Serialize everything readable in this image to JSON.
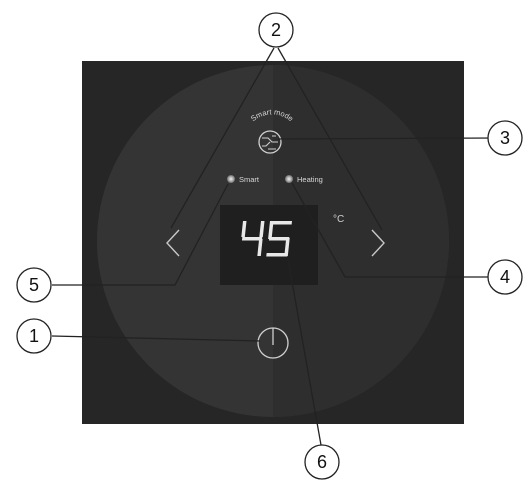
{
  "panel": {
    "mode_caption": "Smart mode",
    "indicators": {
      "smart_label": "Smart",
      "heating_label": "Heating"
    },
    "display": {
      "temperature": "45",
      "unit": "°C"
    },
    "arrows": {
      "left_glyph": "<",
      "right_glyph": ">"
    },
    "icons": {
      "mode_button": "smart-mode-icon",
      "power_button": "power-icon"
    }
  },
  "callouts": [
    "1",
    "2",
    "3",
    "4",
    "5",
    "6"
  ],
  "colors": {
    "panel": "#262626",
    "dial": "#343434",
    "dial_right": "#2e2e2e",
    "display_window": "#1f1f1f",
    "digits": "#e8e8e8",
    "indicator_led": "#9a9a9a"
  }
}
